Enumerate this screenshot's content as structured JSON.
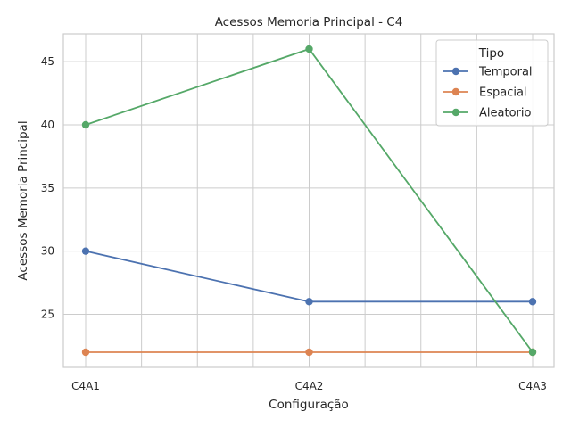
{
  "chart_data": {
    "type": "line",
    "title": "Acessos Memoria Principal - C4",
    "xlabel": "Configuração",
    "ylabel": "Acessos Memoria Principal",
    "categories": [
      "C4A1",
      "C4A2",
      "C4A3"
    ],
    "ylim": [
      20.8,
      47.2
    ],
    "yticks": [
      25,
      30,
      35,
      40,
      45
    ],
    "grid": true,
    "legend": {
      "title": "Tipo",
      "placement": "top-right"
    },
    "series": [
      {
        "name": "Temporal",
        "color": "#4c72b0",
        "values": [
          30,
          26,
          26
        ]
      },
      {
        "name": "Espacial",
        "color": "#dd8452",
        "values": [
          22,
          22,
          22
        ]
      },
      {
        "name": "Aleatorio",
        "color": "#55a868",
        "values": [
          40,
          46,
          22
        ]
      }
    ]
  }
}
